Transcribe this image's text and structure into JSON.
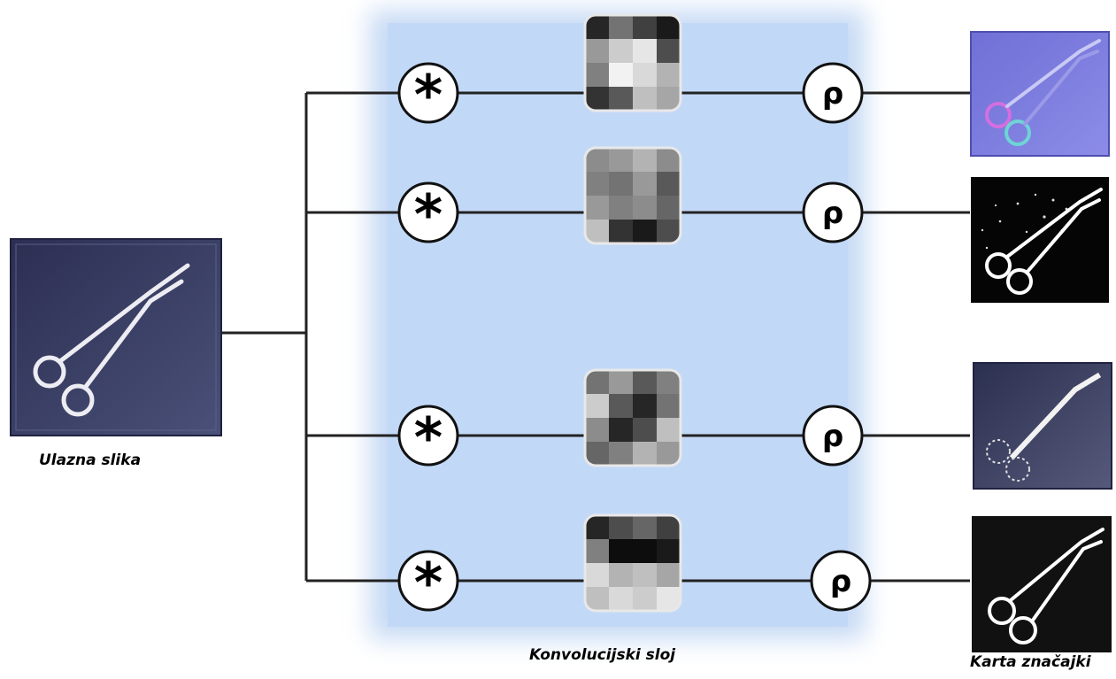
{
  "labels": {
    "input": "Ulazna slika",
    "conv_layer": "Konvolucijski sloj",
    "feature_map": "Karta značajki"
  },
  "operators": {
    "convolution": "*",
    "activation": "ρ"
  },
  "colors": {
    "conv_panel": "#bcd3f3",
    "line": "#222222",
    "input_bg": "#3d4266"
  },
  "branches": [
    {
      "kernel": [
        [
          0.15,
          0.45,
          0.25,
          0.1
        ],
        [
          0.6,
          0.8,
          0.9,
          0.3
        ],
        [
          0.5,
          0.95,
          0.85,
          0.7
        ],
        [
          0.2,
          0.35,
          0.75,
          0.65
        ]
      ],
      "feature_style": "emboss"
    },
    {
      "kernel": [
        [
          0.55,
          0.6,
          0.7,
          0.55
        ],
        [
          0.5,
          0.45,
          0.6,
          0.35
        ],
        [
          0.6,
          0.5,
          0.55,
          0.4
        ],
        [
          0.75,
          0.2,
          0.1,
          0.3
        ]
      ],
      "feature_style": "edges"
    },
    {
      "kernel": [
        [
          0.45,
          0.6,
          0.35,
          0.5
        ],
        [
          0.8,
          0.35,
          0.15,
          0.45
        ],
        [
          0.55,
          0.15,
          0.3,
          0.75
        ],
        [
          0.4,
          0.5,
          0.7,
          0.6
        ]
      ],
      "feature_style": "pixelated"
    },
    {
      "kernel": [
        [
          0.15,
          0.3,
          0.4,
          0.25
        ],
        [
          0.5,
          0.05,
          0.05,
          0.1
        ],
        [
          0.85,
          0.7,
          0.75,
          0.65
        ],
        [
          0.75,
          0.85,
          0.8,
          0.9
        ]
      ],
      "feature_style": "dark"
    }
  ]
}
